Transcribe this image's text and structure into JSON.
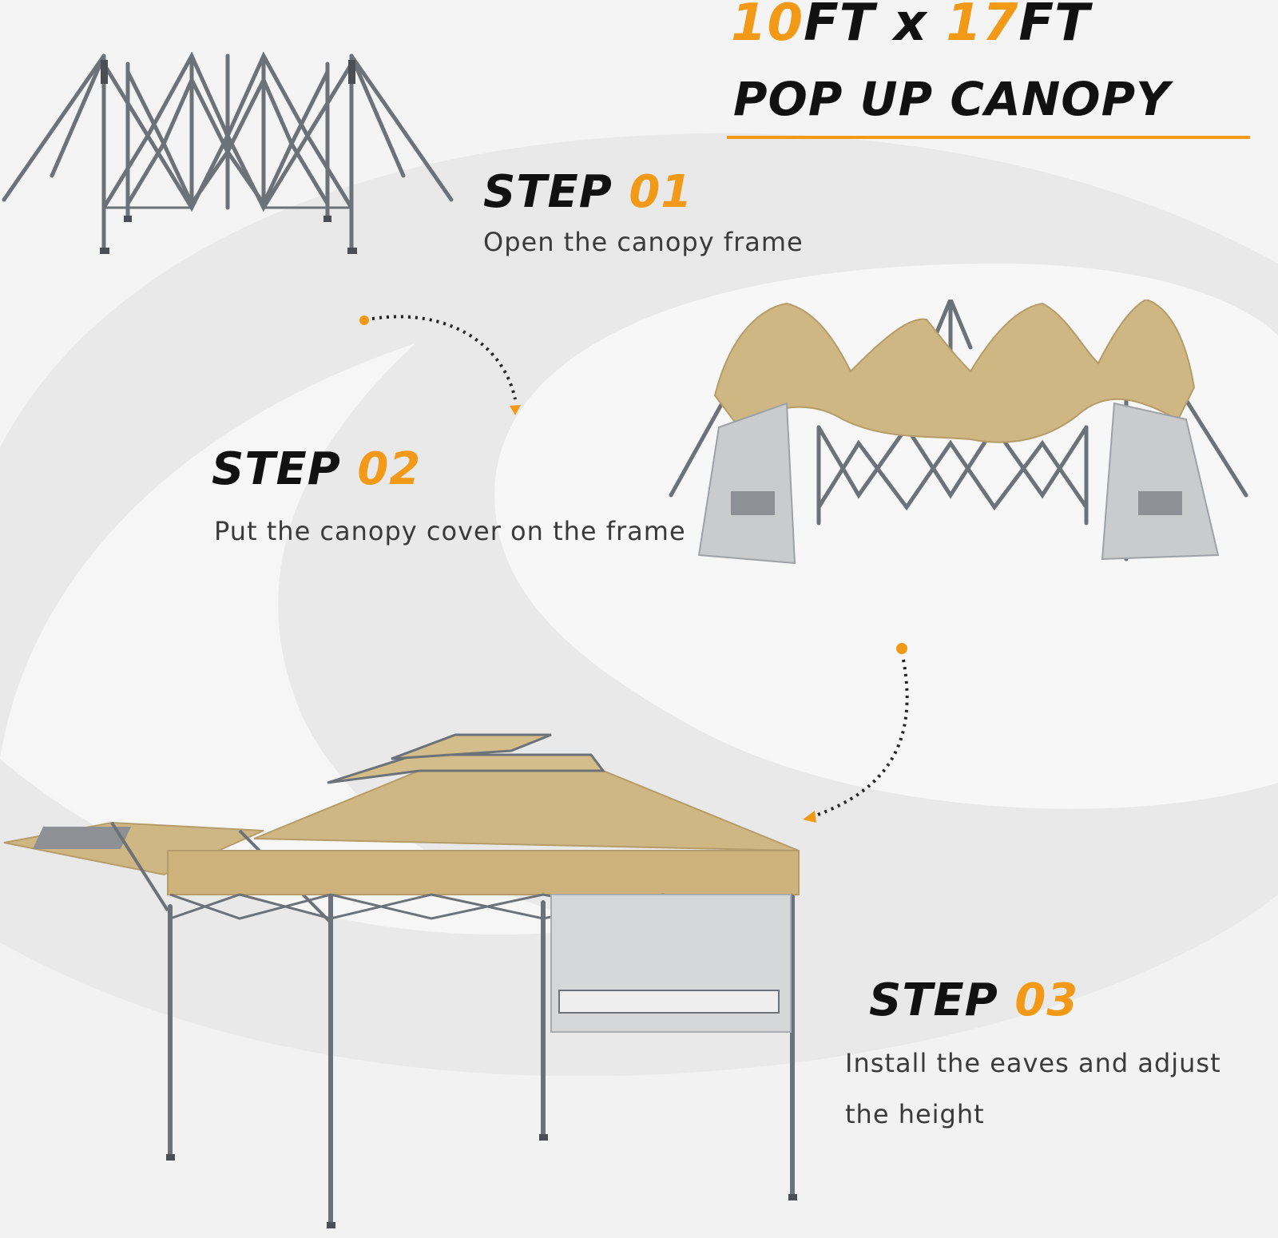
{
  "header": {
    "size_width": "10",
    "size_width_unit": "FT",
    "size_separator": "x",
    "size_length": "17",
    "size_length_unit": "FT",
    "subtitle": "POP UP CANOPY"
  },
  "steps": [
    {
      "label": "STEP",
      "number": "01",
      "description": "Open the canopy frame"
    },
    {
      "label": "STEP",
      "number": "02",
      "description": "Put the canopy cover on the frame"
    },
    {
      "label": "STEP",
      "number": "03",
      "description_line1": "Install the eaves and adjust",
      "description_line2": "the height"
    }
  ],
  "colors": {
    "accent": "#f29a17",
    "text": "#111111",
    "canopy": "#cfb783",
    "frame": "#6d7278",
    "background": "#ececec"
  },
  "icons": [
    "frame-illustration",
    "canopy-cover-illustration",
    "assembled-canopy-illustration",
    "dotted-arrow-icon"
  ]
}
